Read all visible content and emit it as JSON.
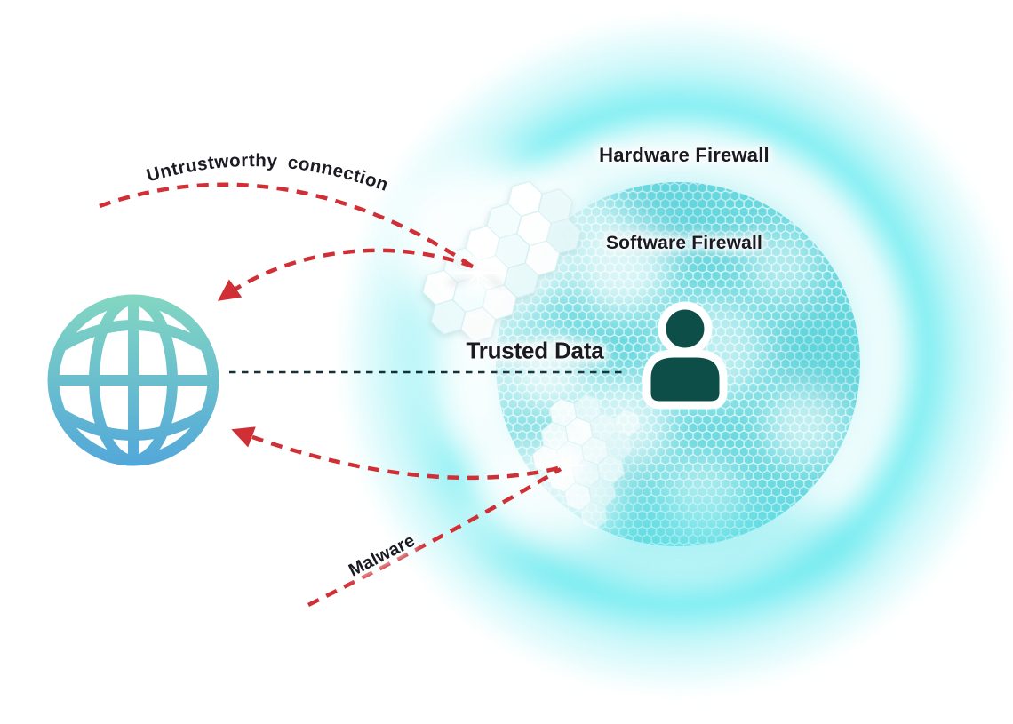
{
  "diagram": {
    "labels": {
      "hardware_firewall": "Hardware Firewall",
      "software_firewall": "Software Firewall",
      "trusted_data": "Trusted Data",
      "untrustworthy_connection": "Untrustworthy connection",
      "malware": "Malware"
    },
    "icons": {
      "globe": "globe-icon",
      "user": "user-icon",
      "impact_spark": "impact-spark-icon",
      "hex_shield": "hexagon-shield-cluster"
    },
    "colors": {
      "danger_red": "#d02f35",
      "glow_cyan": "#7deef2",
      "hex_teal": "#5fd5dc",
      "sphere_base": "#cdf3f5",
      "person_dark_teal": "#0e4e48",
      "label_text": "#1a1a22",
      "trusted_line": "#14313a",
      "globe_gradient_top": "#83d7c1",
      "globe_gradient_bottom": "#52a7da"
    }
  }
}
